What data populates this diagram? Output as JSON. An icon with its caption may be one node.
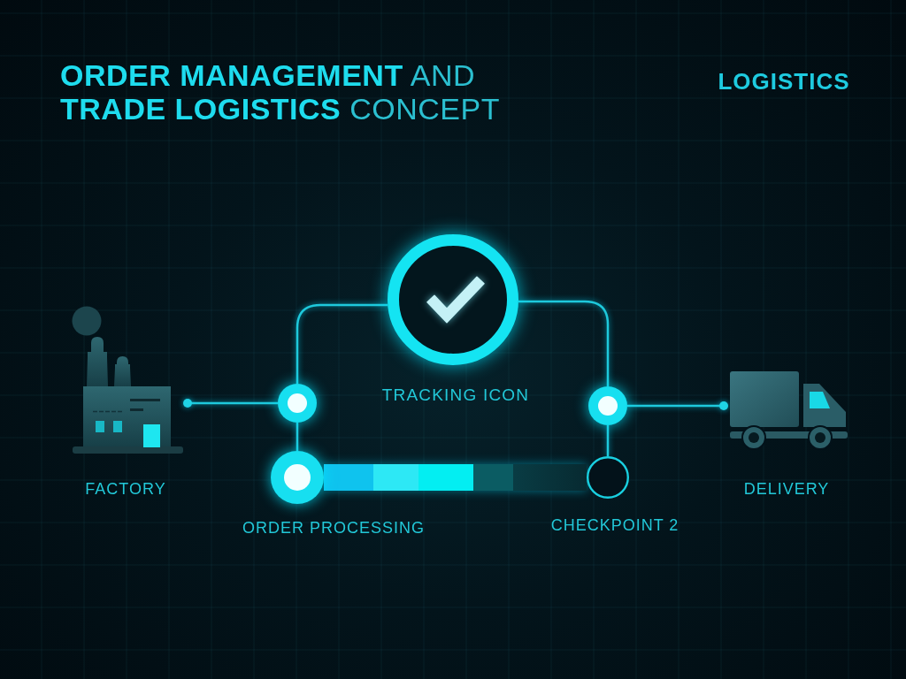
{
  "diagram": {
    "title": "**ORDER MANAGEMENT** AND **TRADE LOGISTICS** CONCEPT",
    "nodes": [
      {
        "text": [],
        "shape": "picture",
        "beside": [
          "FACTORY"
        ]
      },
      {
        "text": [],
        "shape": "circle",
        "beside": [
          "TRACKING ICON"
        ]
      },
      {
        "text": [],
        "shape": "circle"
      },
      {
        "text": [],
        "shape": "circle"
      },
      {
        "text": [],
        "shape": "circle",
        "beside": [
          "ORDER PROCESSING"
        ]
      },
      {
        "text": [],
        "shape": "circle",
        "beside": [
          "CHECKPOINT 2"
        ]
      },
      {
        "text": [],
        "shape": "picture",
        "beside": [
          "DELIVERY"
        ]
      }
    ],
    "edges": [
      {
        "from": 0,
        "to": 2,
        "arrow": "other"
      },
      {
        "from": 2,
        "to": 1,
        "arrow": "none"
      },
      {
        "from": 1,
        "to": 3,
        "arrow": "none"
      },
      {
        "from": 2,
        "to": 4,
        "arrow": "none"
      },
      {
        "from": 3,
        "to": 5,
        "arrow": "none"
      },
      {
        "from": 4,
        "to": 5,
        "arrow": "none",
        "style": "thick"
      },
      {
        "from": 6,
        "to": 3,
        "arrow": "other"
      }
    ],
    "labels": [
      "LOGISTICS"
    ]
  }
}
